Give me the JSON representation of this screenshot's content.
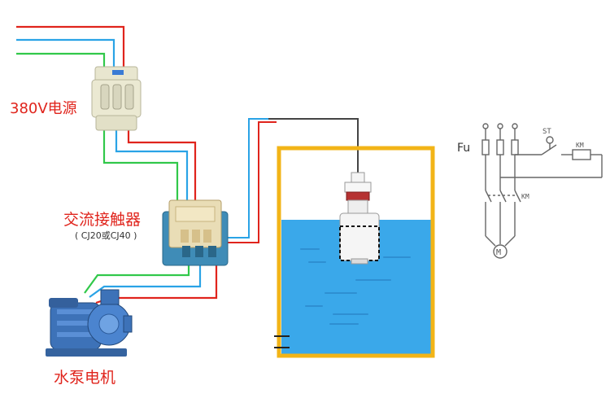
{
  "labels": {
    "power_source": "380V电源",
    "contactor": "交流接触器",
    "contactor_model": "( CJ20或CJ40 )",
    "pump_motor": "水泵电机"
  },
  "schematic": {
    "fuse_label": "Fu",
    "switch_label": "ST",
    "coil_label": "KM",
    "contact_label": "KM",
    "motor_symbol": "M"
  },
  "colors": {
    "wire_red": "#e0241c",
    "wire_blue": "#2aa3e6",
    "wire_green": "#31c84a",
    "wire_black": "#444444",
    "tank_frame": "#f2b417",
    "water": "#3aa8ea",
    "label_red": "#e0241c"
  }
}
